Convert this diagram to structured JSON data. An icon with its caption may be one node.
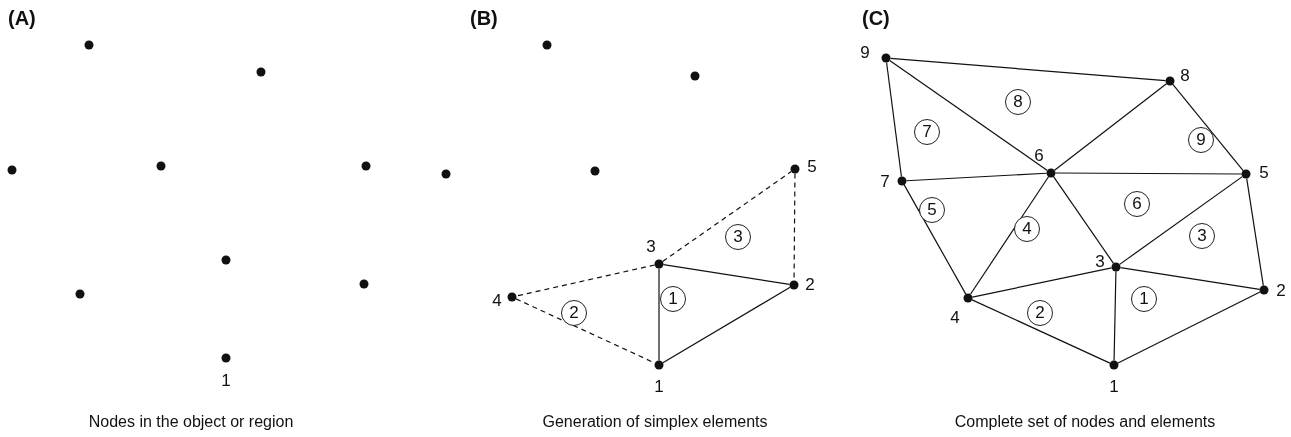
{
  "diagram": {
    "nodes": [
      {
        "text": [],
        "shape": "circle"
      },
      {
        "text": [],
        "shape": "circle"
      },
      {
        "text": [],
        "shape": "circle"
      },
      {
        "text": [],
        "shape": "circle"
      },
      {
        "text": [],
        "shape": "circle"
      },
      {
        "text": [],
        "shape": "circle"
      },
      {
        "text": [],
        "shape": "circle"
      },
      {
        "text": [],
        "shape": "circle"
      },
      {
        "text": [],
        "shape": "circle",
        "beside": [
          "1"
        ]
      },
      {
        "text": [],
        "shape": "circle"
      },
      {
        "text": [],
        "shape": "circle"
      },
      {
        "text": [],
        "shape": "circle"
      },
      {
        "text": [],
        "shape": "circle"
      },
      {
        "text": [],
        "shape": "circle",
        "beside": [
          "5"
        ]
      },
      {
        "text": [
          "3"
        ]
      },
      {
        "text": [],
        "shape": "circle",
        "beside": [
          "3"
        ]
      },
      {
        "text": [],
        "shape": "circle",
        "beside": [
          "2"
        ]
      },
      {
        "text": [],
        "shape": "circle",
        "beside": [
          "4"
        ]
      },
      {
        "text": [
          "1"
        ]
      },
      {
        "text": [
          "2"
        ]
      },
      {
        "text": [],
        "shape": "circle",
        "beside": [
          "1"
        ]
      },
      {
        "text": [],
        "shape": "circle",
        "beside": [
          "9"
        ]
      },
      {
        "text": [],
        "shape": "circle",
        "beside": [
          "8"
        ]
      },
      {
        "text": [
          "8"
        ]
      },
      {
        "text": [
          "7"
        ]
      },
      {
        "text": [
          "9"
        ]
      },
      {
        "text": [],
        "shape": "circle",
        "beside": [
          "6"
        ]
      },
      {
        "text": [],
        "shape": "circle",
        "beside": [
          "5"
        ]
      },
      {
        "text": [],
        "shape": "circle",
        "beside": [
          "7"
        ]
      },
      {
        "text": [
          "6"
        ]
      },
      {
        "text": [
          "5"
        ]
      },
      {
        "text": [
          "4"
        ]
      },
      {
        "text": [
          "3"
        ]
      },
      {
        "text": [],
        "shape": "circle",
        "beside": [
          "3"
        ]
      },
      {
        "text": [],
        "shape": "circle",
        "beside": [
          "2"
        ]
      },
      {
        "text": [],
        "shape": "circle",
        "beside": [
          "4"
        ]
      },
      {
        "text": [
          "1"
        ]
      },
      {
        "text": [
          "2"
        ]
      },
      {
        "text": [],
        "shape": "circle",
        "beside": [
          "1"
        ]
      }
    ],
    "edges": [
      {
        "from": 15,
        "to": 20,
        "arrow": "none"
      },
      {
        "from": 15,
        "to": 16,
        "arrow": "none"
      },
      {
        "from": 16,
        "to": 20,
        "arrow": "none"
      },
      {
        "from": 15,
        "to": 17,
        "arrow": "none",
        "style": "dashed"
      },
      {
        "from": 17,
        "to": 20,
        "arrow": "none",
        "style": "dashed"
      },
      {
        "from": 15,
        "to": 13,
        "arrow": "none",
        "style": "dashed"
      },
      {
        "from": 13,
        "to": 16,
        "arrow": "none",
        "style": "dashed"
      },
      {
        "from": 21,
        "to": 22,
        "arrow": "none"
      },
      {
        "from": 21,
        "to": 28,
        "arrow": "none"
      },
      {
        "from": 21,
        "to": 26,
        "arrow": "none"
      },
      {
        "from": 22,
        "to": 26,
        "arrow": "none"
      },
      {
        "from": 22,
        "to": 27,
        "arrow": "none"
      },
      {
        "from": 28,
        "to": 26,
        "arrow": "none"
      },
      {
        "from": 28,
        "to": 35,
        "arrow": "none"
      },
      {
        "from": 26,
        "to": 35,
        "arrow": "none"
      },
      {
        "from": 26,
        "to": 33,
        "arrow": "none"
      },
      {
        "from": 26,
        "to": 27,
        "arrow": "none"
      },
      {
        "from": 27,
        "to": 33,
        "arrow": "none"
      },
      {
        "from": 27,
        "to": 34,
        "arrow": "none"
      },
      {
        "from": 33,
        "to": 34,
        "arrow": "none"
      },
      {
        "from": 33,
        "to": 35,
        "arrow": "none"
      },
      {
        "from": 33,
        "to": 38,
        "arrow": "none"
      },
      {
        "from": 35,
        "to": 38,
        "arrow": "none"
      },
      {
        "from": 34,
        "to": 38,
        "arrow": "none"
      }
    ],
    "labels": [
      "(A)",
      "(B)",
      "(C)",
      "Nodes in the object or region",
      "Generation of simplex elements",
      "Complete set of nodes and elements"
    ]
  }
}
